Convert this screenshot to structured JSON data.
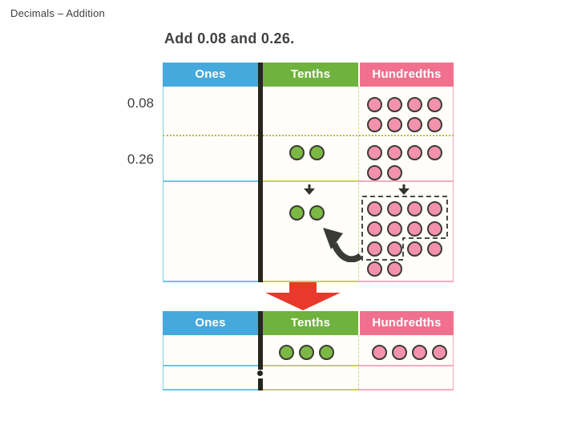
{
  "page": {
    "title": "Decimals – Addition"
  },
  "problem": {
    "heading": "Add 0.08 and 0.26.",
    "addend1": "0.08",
    "addend2": "0.26"
  },
  "place_value_headers": [
    "Ones",
    "Tenths",
    "Hundredths"
  ],
  "counters": {
    "addend1": {
      "ones": 0,
      "tenths": 0,
      "hundredths": 8
    },
    "addend2": {
      "ones": 0,
      "tenths": 2,
      "hundredths": 6
    },
    "combined": {
      "ones": 0,
      "tenths": 2,
      "hundredths": 14,
      "hundredths_regrouped": 10
    },
    "result": {
      "ones": 0,
      "tenths": 3,
      "hundredths": 4
    }
  },
  "colors": {
    "ones_header": "#45a9dd",
    "tenths_header": "#6fb23e",
    "hundredths_header": "#f0708e",
    "tenths_counter": "#7bb845",
    "hundredths_counter": "#f492ae",
    "big_arrow": "#e8392c",
    "divider_bar": "#26261c"
  },
  "icons": {
    "down_arrow": "bring-down-arrow",
    "curved_arrow": "regroup-exchange-arrow",
    "big_arrow": "result-arrow",
    "decimal_dot": "decimal-point"
  }
}
